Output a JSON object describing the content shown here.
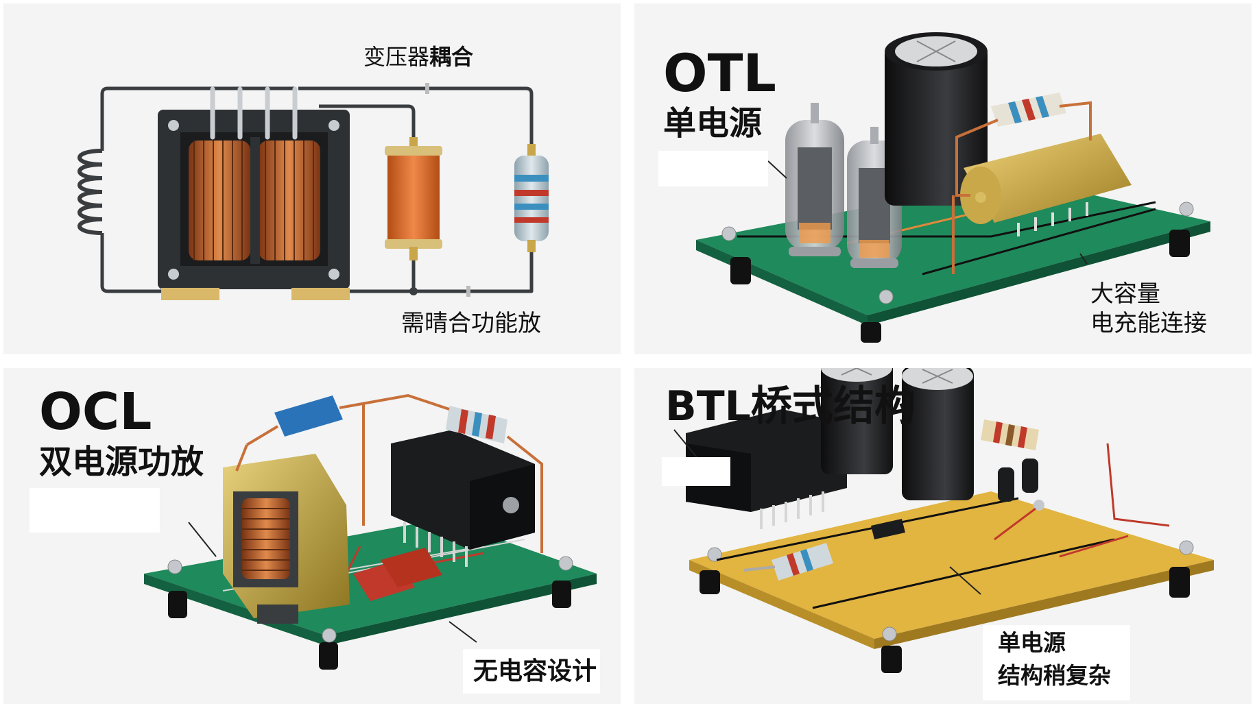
{
  "panels": {
    "transformer": {
      "title_part1": "变压器",
      "title_part2": "耦合",
      "note": "需晴合功能放"
    },
    "otl": {
      "title": "OTL",
      "subtitle": "单电源",
      "note_line1": "大容量",
      "note_line2": "电充能连接"
    },
    "ocl": {
      "title": "OCL",
      "subtitle": "双电源功放",
      "note": "无电容设计"
    },
    "btl": {
      "title": "BTL桥式结构",
      "note_line1": "单电源",
      "note_line2": "结构稍复杂"
    }
  },
  "colors": {
    "panel_background": "#f3f4f3",
    "pcb_green": "#1f8a5b",
    "pcb_gold": "#e2b440",
    "copper": "#c8703a",
    "wire": "#3a3d40"
  }
}
